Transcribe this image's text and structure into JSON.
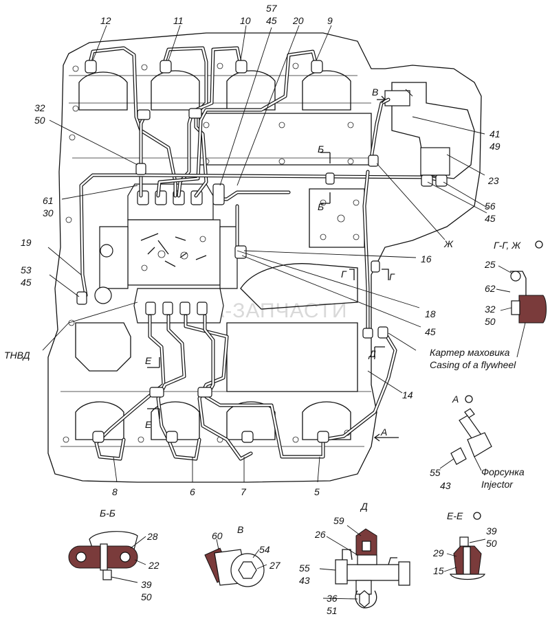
{
  "watermark": "АЛЬФА-ЗАПЧАСТИ",
  "main_labels": {
    "l12": "12",
    "l11": "11",
    "l10": "10",
    "l57": "57",
    "l45a": "45",
    "l20": "20",
    "l9": "9",
    "l32": "32",
    "l50": "50",
    "lB": "В",
    "l41": "41",
    "l49": "49",
    "l23": "23",
    "l61": "61",
    "l30": "30",
    "l56": "56",
    "l45b": "45",
    "lZh": "Ж",
    "l19": "19",
    "l53": "53",
    "l45c": "45",
    "l16": "16",
    "l18": "18",
    "l45d": "45",
    "lTNVD": "ТНВД",
    "l14": "14",
    "lA": "А",
    "l8": "8",
    "l6": "6",
    "l7": "7",
    "l5": "5",
    "secB1": "Б",
    "secB2": "Б",
    "secG1": "Г",
    "secG2": "Г",
    "secE1": "Е",
    "secE2": "Е",
    "secD": "Д"
  },
  "detail_gzh": {
    "title": "Г-Г, Ж",
    "labels": [
      "25",
      "62",
      "32",
      "50"
    ],
    "caption_ru": "Картер маховика",
    "caption_en": "Casing of a flywheel"
  },
  "detail_a": {
    "title": "А",
    "labels": [
      "55",
      "43"
    ],
    "caption_ru": "Форсунка",
    "caption_en": "Injector"
  },
  "detail_bb": {
    "title": "Б-Б",
    "labels": [
      "28",
      "22",
      "39",
      "50"
    ]
  },
  "detail_v": {
    "title": "В",
    "labels": [
      "60",
      "54",
      "27"
    ]
  },
  "detail_d": {
    "title": "Д",
    "labels": [
      "59",
      "26",
      "55",
      "43",
      "36",
      "51"
    ]
  },
  "detail_ee": {
    "title": "Е-Е",
    "labels": [
      "39",
      "50",
      "29",
      "15"
    ]
  }
}
